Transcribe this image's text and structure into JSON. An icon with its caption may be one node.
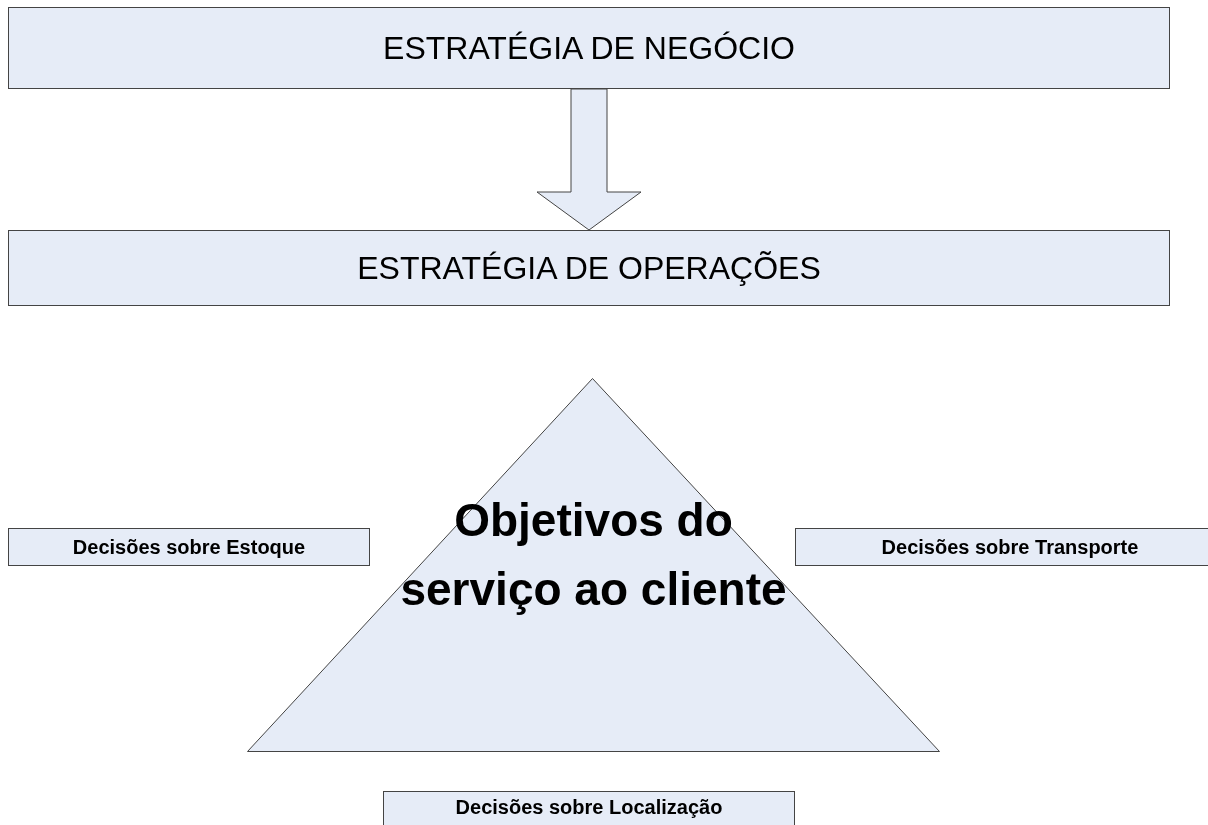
{
  "diagram": {
    "nodes": [
      {
        "text": [
          "ESTRATÉGIA DE NEGÓCIO"
        ]
      },
      {
        "text": [
          "ESTRATÉGIA DE OPERAÇÕES"
        ]
      },
      {
        "text": [
          "Objetivos do serviço ao cliente"
        ]
      },
      {
        "text": [
          "Decisões sobre Estoque"
        ]
      },
      {
        "text": [
          "Decisões sobre Transporte"
        ]
      },
      {
        "text": [
          "Decisões sobre Localização"
        ]
      }
    ],
    "edges": [
      {
        "from": 0,
        "to": 1,
        "arrow": "to",
        "style": "thick"
      }
    ]
  }
}
